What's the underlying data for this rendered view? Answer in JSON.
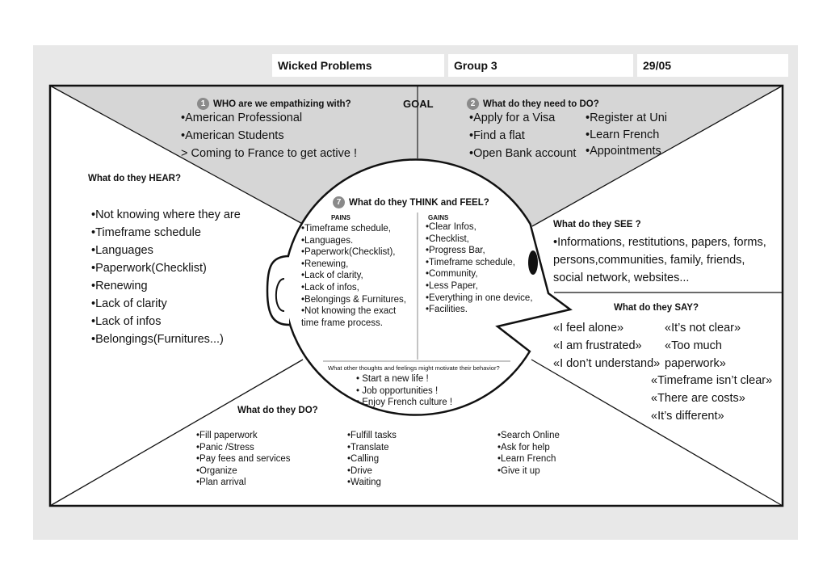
{
  "header": {
    "title": "Wicked Problems",
    "group": "Group 3",
    "date": "29/05"
  },
  "goal_label": "GOAL",
  "who": {
    "number": "1",
    "title": "WHO are we empathizing with?",
    "items": [
      "•American Professional",
      "•American Students",
      "> Coming to France to get active !"
    ]
  },
  "need_to_do": {
    "number": "2",
    "title": "What do they need to DO?",
    "col1": [
      "•Apply for a Visa",
      "•Find a flat",
      "•Open Bank account"
    ],
    "col2": [
      "•Register at Uni",
      "•Learn French",
      "•Appointments"
    ]
  },
  "hear": {
    "title": "What do they HEAR?",
    "items": [
      "•Not knowing where they are",
      "•Timeframe schedule",
      "•Languages",
      "•Paperwork(Checklist)",
      "•Renewing",
      "•Lack of clarity",
      "•Lack of infos",
      "•Belongings(Furnitures...)"
    ]
  },
  "see": {
    "title": "What do they SEE ?",
    "lines": [
      "•Informations, restitutions, papers, forms,",
      "persons,communities, family, friends,",
      "social network, websites..."
    ]
  },
  "say": {
    "title": "What do they SAY?",
    "col1": [
      "«I feel alone»",
      "«I am frustrated»",
      "«I don’t understand»"
    ],
    "col2": [
      "«It’s not clear»",
      "«Too much",
      "paperwork»"
    ],
    "col3": [
      "«Timeframe isn’t clear»",
      "«There are costs»",
      "«It’s different»"
    ]
  },
  "think_feel": {
    "number": "7",
    "title": "What do they THINK and FEEL?",
    "pains_label": "PAINS",
    "pains": [
      "•Timeframe schedule,",
      "•Languages.",
      "•Paperwork(Checklist),",
      "•Renewing,",
      "•Lack of clarity,",
      "•Lack of infos,",
      "•Belongings & Furnitures,",
      "•Not knowing the exact",
      "time frame process."
    ],
    "gains_label": "GAINS",
    "gains": [
      "•Clear Infos,",
      "•Checklist,",
      "•Progress Bar,",
      "•Timeframe schedule,",
      "•Community,",
      "•Less Paper,",
      "•Everything in one device,",
      "•Facilities."
    ],
    "motivation_question": "What other thoughts and feelings might motivate their behavior?",
    "motivations": [
      "• Start a new life !",
      "• Job opportunities !",
      "• Enjoy French culture !"
    ]
  },
  "do": {
    "title": "What do they DO?",
    "col1": [
      "•Fill paperwork",
      "•Panic /Stress",
      "•Pay fees and services",
      "•Organize",
      "•Plan arrival"
    ],
    "col2": [
      "•Fulfill tasks",
      "•Translate",
      "•Calling",
      "•Drive",
      "•Waiting"
    ],
    "col3": [
      "•Search Online",
      "•Ask for help",
      "•Learn French",
      "•Give it up"
    ]
  },
  "colors": {
    "board_bg": "#e8e8e8",
    "top_section": "#d6d6d6",
    "number_badge": "#8a8a8a",
    "ink": "#111111"
  }
}
